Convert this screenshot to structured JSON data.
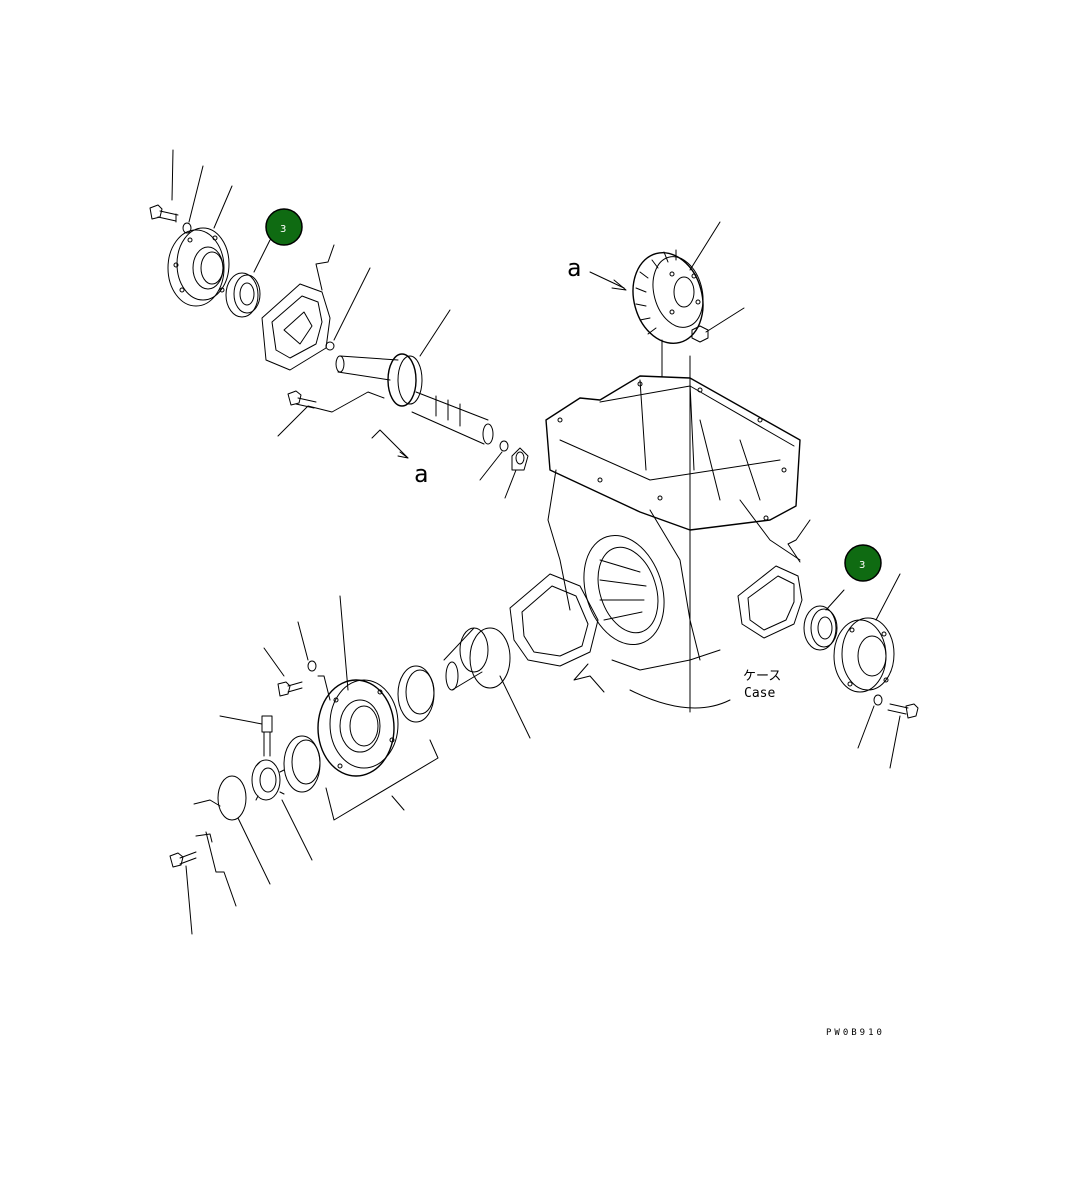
{
  "callouts": [
    {
      "label": "3",
      "color": "#0f6b12"
    },
    {
      "label": "3",
      "color": "#0f6b12"
    }
  ],
  "view_letters": [
    "a",
    "a"
  ],
  "case_label": {
    "jp": "ケース",
    "en": "Case"
  },
  "drawing_code": "PW0B910"
}
